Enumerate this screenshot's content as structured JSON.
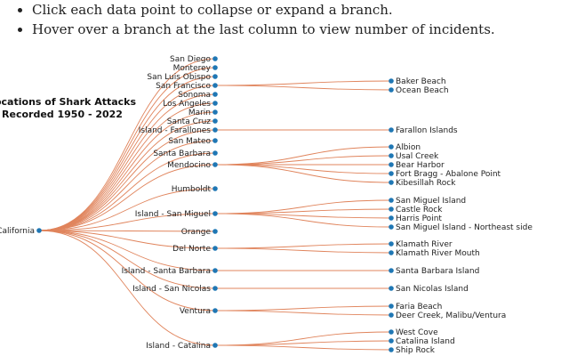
{
  "instructions": [
    "Click each data point to collapse or expand a branch.",
    "Hover over a branch at the last column to view number of incidents."
  ],
  "chart_title": [
    "Locations of Shark Attacks",
    "Recorded 1950 - 2022"
  ],
  "colors": {
    "link": "#e0845c",
    "node": "#1f77b4",
    "text": "#222222"
  },
  "tree": {
    "name": "California",
    "children": [
      {
        "name": "San Diego"
      },
      {
        "name": "Monterey"
      },
      {
        "name": "San Luis Obispo"
      },
      {
        "name": "San Francisco",
        "children": [
          {
            "name": "Baker Beach"
          },
          {
            "name": "Ocean Beach"
          }
        ]
      },
      {
        "name": "Sonoma"
      },
      {
        "name": "Los Angeles"
      },
      {
        "name": "Marin"
      },
      {
        "name": "Santa Cruz"
      },
      {
        "name": "Island - Farallones",
        "children": [
          {
            "name": "Farallon Islands"
          }
        ]
      },
      {
        "name": "San Mateo"
      },
      {
        "name": "Santa Barbara"
      },
      {
        "name": "Mendocino",
        "children": [
          {
            "name": "Albion"
          },
          {
            "name": "Usal Creek"
          },
          {
            "name": "Bear Harbor"
          },
          {
            "name": "Fort Bragg - Abalone Point"
          },
          {
            "name": "Kibesillah Rock"
          }
        ]
      },
      {
        "name": "Humboldt"
      },
      {
        "name": "Island - San Miguel",
        "children": [
          {
            "name": "San Miguel Island"
          },
          {
            "name": "Castle Rock"
          },
          {
            "name": "Harris Point"
          },
          {
            "name": "San Miguel Island - Northeast side"
          }
        ]
      },
      {
        "name": "Orange"
      },
      {
        "name": "Del Norte",
        "children": [
          {
            "name": "Klamath River"
          },
          {
            "name": "Klamath River Mouth"
          }
        ]
      },
      {
        "name": "Island - Santa Barbara",
        "children": [
          {
            "name": "Santa Barbara Island"
          }
        ]
      },
      {
        "name": "Island - San Nicolas",
        "children": [
          {
            "name": "San Nicolas Island"
          }
        ]
      },
      {
        "name": "Ventura",
        "children": [
          {
            "name": "Faria Beach"
          },
          {
            "name": "Deer Creek, Malibu/Ventura"
          }
        ]
      },
      {
        "name": "Island - Catalina",
        "children": [
          {
            "name": "West Cove"
          },
          {
            "name": "Catalina Island"
          },
          {
            "name": "Ship Rock"
          }
        ]
      }
    ]
  }
}
